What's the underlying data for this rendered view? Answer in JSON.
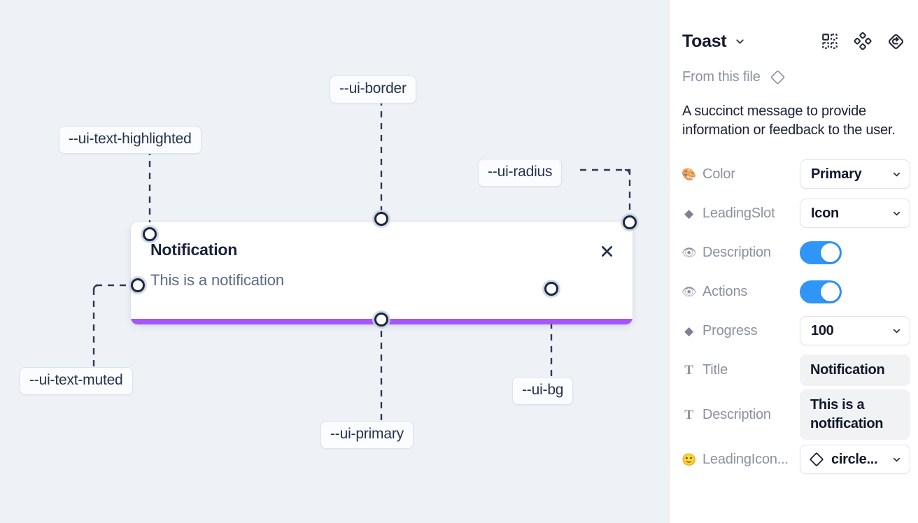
{
  "canvas": {
    "background_color": "#eef2f7",
    "toast": {
      "title": "Notification",
      "description": "This is a notification",
      "close_icon": "close-x-icon",
      "progress_color": "#a855f7",
      "progress_percent": 100,
      "background_color": "#ffffff"
    },
    "annotations": [
      {
        "name": "ui-text-highlighted",
        "label": "--ui-text-highlighted"
      },
      {
        "name": "ui-border",
        "label": "--ui-border"
      },
      {
        "name": "ui-radius",
        "label": "--ui-radius"
      },
      {
        "name": "ui-text-muted",
        "label": "--ui-text-muted"
      },
      {
        "name": "ui-primary",
        "label": "--ui-primary"
      },
      {
        "name": "ui-bg",
        "label": "--ui-bg"
      }
    ]
  },
  "panel": {
    "title": "Toast",
    "title_chevron_icon": "chevron-down-icon",
    "header_icons": [
      {
        "name": "component-grid-icon"
      },
      {
        "name": "variants-diamond-icon"
      },
      {
        "name": "reset-instance-icon"
      }
    ],
    "from_file_label": "From this file",
    "from_file_icon": "diamond-outline-icon",
    "description": "A succinct message to provide information or feedback to the user.",
    "properties": [
      {
        "key": "color",
        "icon": "palette-emoji",
        "icon_glyph": "🎨",
        "label": "Color",
        "control": "select",
        "value": "Primary"
      },
      {
        "key": "leading-slot",
        "icon": "diamond-filled-icon",
        "icon_glyph": "◆",
        "label": "LeadingSlot",
        "control": "select",
        "value": "Icon"
      },
      {
        "key": "description",
        "icon": "eye-emoji",
        "icon_glyph": "👁",
        "label": "Description",
        "control": "toggle",
        "value": "on"
      },
      {
        "key": "actions",
        "icon": "eye-emoji",
        "icon_glyph": "👁",
        "label": "Actions",
        "control": "toggle",
        "value": "on"
      },
      {
        "key": "progress",
        "icon": "diamond-filled-icon",
        "icon_glyph": "◆",
        "label": "Progress",
        "control": "select",
        "value": "100"
      },
      {
        "key": "title",
        "icon": "text-type-icon",
        "icon_glyph": "T",
        "label": "Title",
        "control": "textbox",
        "value": "Notification"
      },
      {
        "key": "description-text",
        "icon": "text-type-icon",
        "icon_glyph": "T",
        "label": "Description",
        "control": "textbox",
        "value": "This is a notification"
      },
      {
        "key": "leading-icon",
        "icon": "smiley-emoji",
        "icon_glyph": "🙂",
        "label": "LeadingIcon...",
        "control": "select-icon",
        "value": "circle...",
        "value_icon": "diamond-outline-icon"
      }
    ],
    "colors": {
      "toggle_on": "#2f95f6",
      "accent_purple": "#a855f7",
      "muted_text": "#8b919f"
    }
  }
}
